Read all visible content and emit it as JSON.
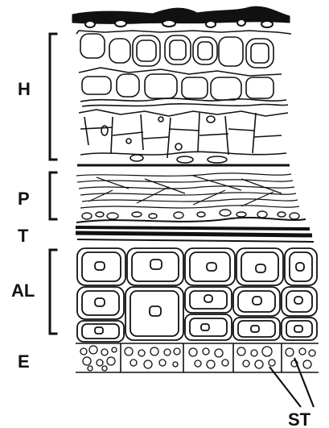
{
  "diagram": {
    "labels": {
      "h": "H",
      "p": "P",
      "t": "T",
      "al": "AL",
      "e": "E",
      "st": "ST"
    },
    "colors": {
      "ink": "#111111",
      "paper": "#ffffff"
    }
  }
}
